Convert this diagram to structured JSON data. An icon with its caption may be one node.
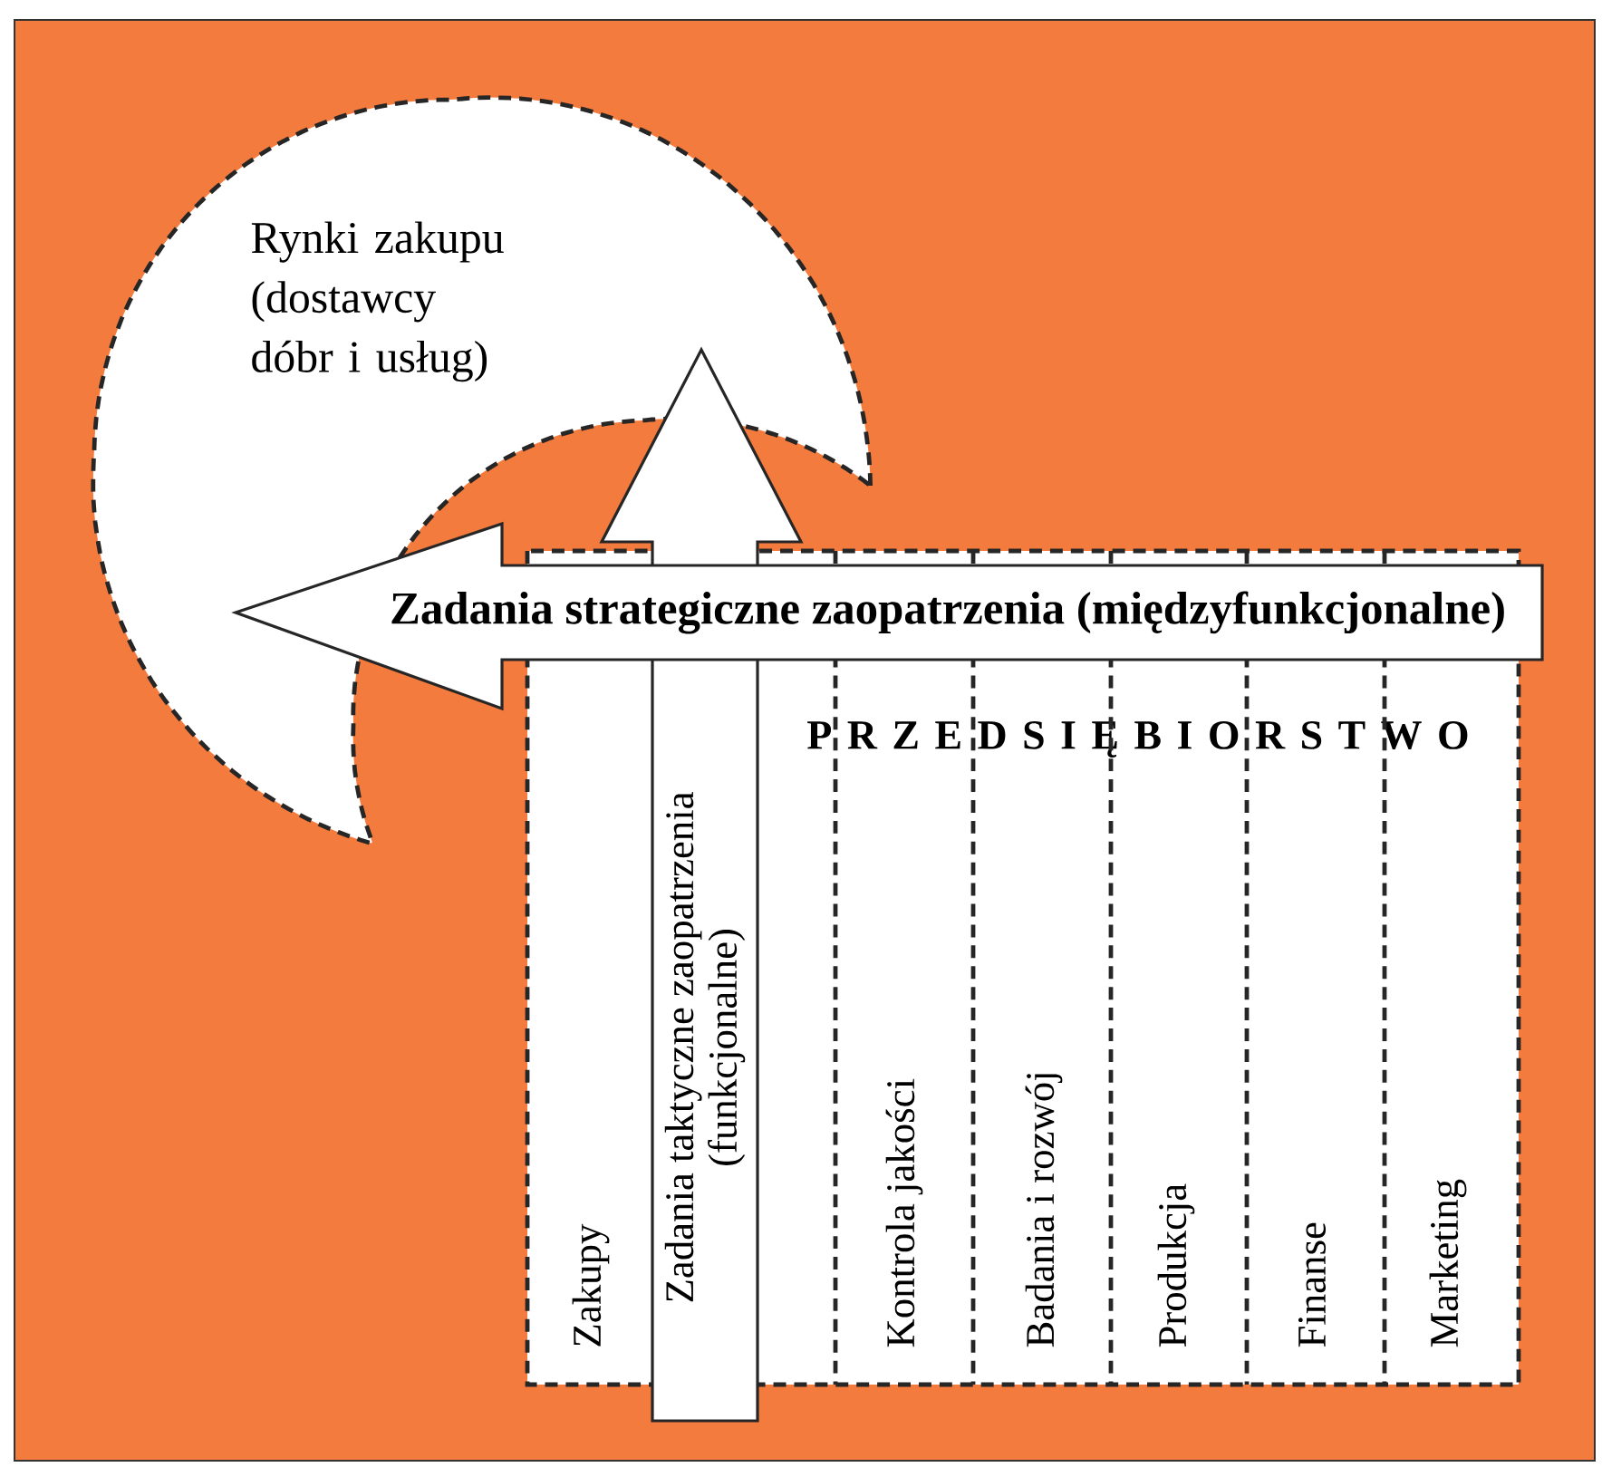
{
  "diagram": {
    "nodes": [
      {
        "text": [
          "Rynki zakupu (dostawcy dóbr i usług)"
        ]
      },
      {
        "text": [
          "Zadania strategiczne zaopatrzenia (międzyfunkcjonalne)"
        ]
      },
      {
        "text": [
          "P R Z E D S I Ę B I O R S T W O"
        ]
      },
      {
        "text": [
          "Zakupy"
        ],
        "in": 2
      },
      {
        "text": [
          "Zadania taktyczne zaopatrzenia (funkcjonalne)"
        ]
      },
      {
        "text": [
          "Kontrola jakości"
        ],
        "in": 2
      },
      {
        "text": [
          "Badania i rozwój"
        ],
        "in": 2
      },
      {
        "text": [
          "Produkcja"
        ],
        "in": 2
      },
      {
        "text": [
          "Finanse"
        ],
        "in": 2
      },
      {
        "text": [
          "Marketing"
        ],
        "in": 2
      }
    ]
  }
}
